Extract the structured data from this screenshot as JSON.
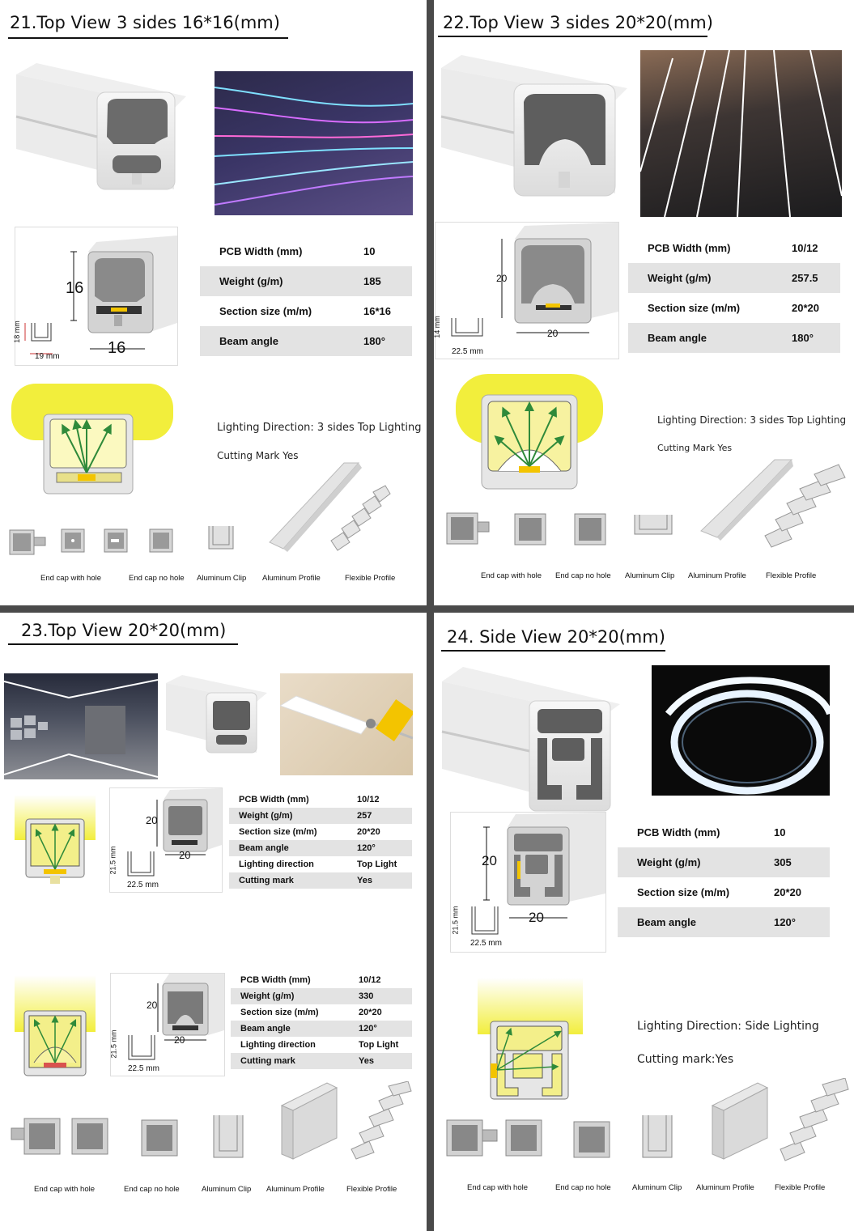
{
  "panels": {
    "p21": {
      "title": "21.Top View 3 sides 16*16(mm)",
      "specs": [
        {
          "label": "PCB Width (mm)",
          "value": "10"
        },
        {
          "label": "Weight (g/m)",
          "value": "185"
        },
        {
          "label": "Section size (m/m)",
          "value": "16*16"
        },
        {
          "label": "Beam angle",
          "value": "180°"
        }
      ],
      "dims": {
        "height": "16",
        "width": "16",
        "clip_h": "18 mm",
        "clip_w": "19 mm"
      },
      "lighting": "Lighting Direction: 3 sides Top Lighting",
      "cutting": "Cutting Mark Yes",
      "accessories": [
        "End cap with hole",
        "End cap no hole",
        "Aluminum Clip",
        "Aluminum Profile",
        "Flexible Profile"
      ]
    },
    "p22": {
      "title": "22.Top View 3 sides 20*20(mm)",
      "specs": [
        {
          "label": "PCB Width (mm)",
          "value": "10/12"
        },
        {
          "label": "Weight (g/m)",
          "value": "257.5"
        },
        {
          "label": "Section size (m/m)",
          "value": "20*20"
        },
        {
          "label": "Beam angle",
          "value": "180°"
        }
      ],
      "dims": {
        "height": "20",
        "width": "20",
        "clip_h": "14 mm",
        "clip_w": "22.5 mm"
      },
      "lighting": "Lighting Direction: 3 sides Top Lighting",
      "cutting": "Cutting Mark Yes",
      "accessories": [
        "End cap with hole",
        "End cap no hole",
        "Aluminum Clip",
        "Aluminum Profile",
        "Flexible Profile"
      ]
    },
    "p23": {
      "title": "23.Top View  20*20(mm)",
      "specs_a": [
        {
          "label": "PCB Width (mm)",
          "value": "10/12"
        },
        {
          "label": "Weight (g/m)",
          "value": "257"
        },
        {
          "label": "Section size (m/m)",
          "value": "20*20"
        },
        {
          "label": "Beam angle",
          "value": "120°"
        },
        {
          "label": "Lighting direction",
          "value": "Top Light"
        },
        {
          "label": "Cutting mark",
          "value": "Yes"
        }
      ],
      "specs_b": [
        {
          "label": "PCB Width (mm)",
          "value": "10/12"
        },
        {
          "label": "Weight (g/m)",
          "value": "330"
        },
        {
          "label": "Section size (m/m)",
          "value": "20*20"
        },
        {
          "label": "Beam angle",
          "value": "120°"
        },
        {
          "label": "Lighting direction",
          "value": "Top Light"
        },
        {
          "label": "Cutting mark",
          "value": "Yes"
        }
      ],
      "dims": {
        "height": "20",
        "width": "20",
        "clip_h": "21.5 mm",
        "clip_w": "22.5 mm"
      },
      "accessories": [
        "End cap with hole",
        "End cap no hole",
        "Aluminum Clip",
        "Aluminum Profile",
        "Flexible Profile"
      ]
    },
    "p24": {
      "title": "24. Side View 20*20(mm)",
      "specs": [
        {
          "label": "PCB Width (mm)",
          "value": "10"
        },
        {
          "label": "Weight (g/m)",
          "value": "305"
        },
        {
          "label": "Section size (m/m)",
          "value": "20*20"
        },
        {
          "label": "Beam angle",
          "value": "120°"
        }
      ],
      "dims": {
        "height": "20",
        "width": "20",
        "clip_h": "21.5 mm",
        "clip_w": "22.5 mm"
      },
      "lighting": "Lighting Direction: Side Lighting",
      "cutting": "Cutting mark:Yes",
      "accessories": [
        "End cap with hole",
        "End cap no hole",
        "Aluminum Clip",
        "Aluminum Profile",
        "Flexible Profile"
      ]
    }
  },
  "colors": {
    "divider": "#4a4a4a",
    "row_shade": "#e3e3e3",
    "glow": "#f2ee3c",
    "arrow": "#2f8a3a"
  }
}
